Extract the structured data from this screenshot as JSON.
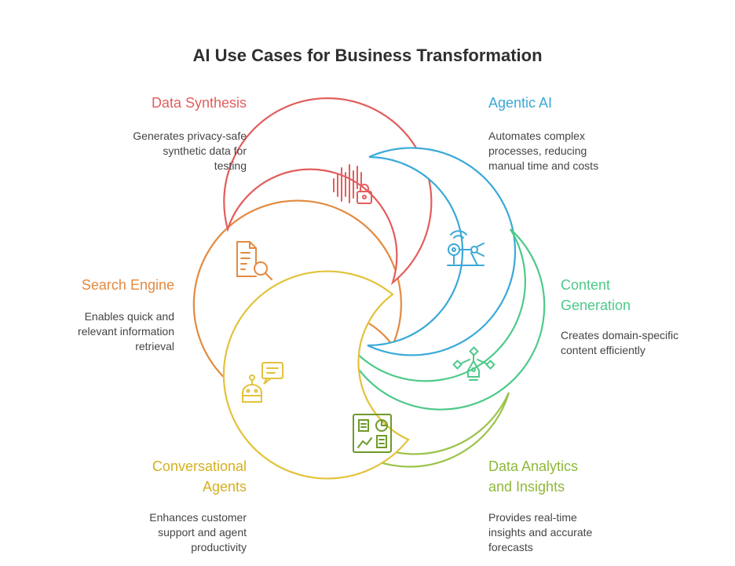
{
  "title": "AI Use Cases for Business Transformation",
  "colors": {
    "data_synthesis": "#e35d5d",
    "agentic_ai": "#3aa9d8",
    "content_generation": "#4ec98a",
    "data_analytics": "#9cc34a",
    "conversational_agents": "#e3c23b",
    "search_engine": "#e38a3f"
  },
  "items": [
    {
      "key": "data_synthesis",
      "title": "Data Synthesis",
      "desc": [
        "Generates privacy-safe",
        "synthetic data for",
        "testing"
      ],
      "icon": "audio-wave-lock-icon"
    },
    {
      "key": "agentic_ai",
      "title": "Agentic AI",
      "desc": [
        "Automates complex",
        "processes, reducing",
        "manual time and costs"
      ],
      "icon": "robot-arm-icon"
    },
    {
      "key": "content_generation",
      "title": "Content Generation",
      "title_lines": [
        "Content",
        "Generation"
      ],
      "desc": [
        "Creates domain-specific",
        "content efficiently"
      ],
      "icon": "pen-nib-icon"
    },
    {
      "key": "data_analytics",
      "title": "Data Analytics and Insights",
      "title_lines": [
        "Data Analytics",
        "and Insights"
      ],
      "desc": [
        "Provides real-time",
        "insights and accurate",
        "forecasts"
      ],
      "icon": "dashboard-chart-icon"
    },
    {
      "key": "conversational_agents",
      "title": "Conversational Agents",
      "title_lines": [
        "Conversational",
        "Agents"
      ],
      "desc": [
        "Enhances customer",
        "support and agent",
        "productivity"
      ],
      "icon": "chatbot-icon"
    },
    {
      "key": "search_engine",
      "title": "Search Engine",
      "desc": [
        "Enables quick and",
        "relevant information",
        "retrieval"
      ],
      "icon": "document-search-icon"
    }
  ]
}
